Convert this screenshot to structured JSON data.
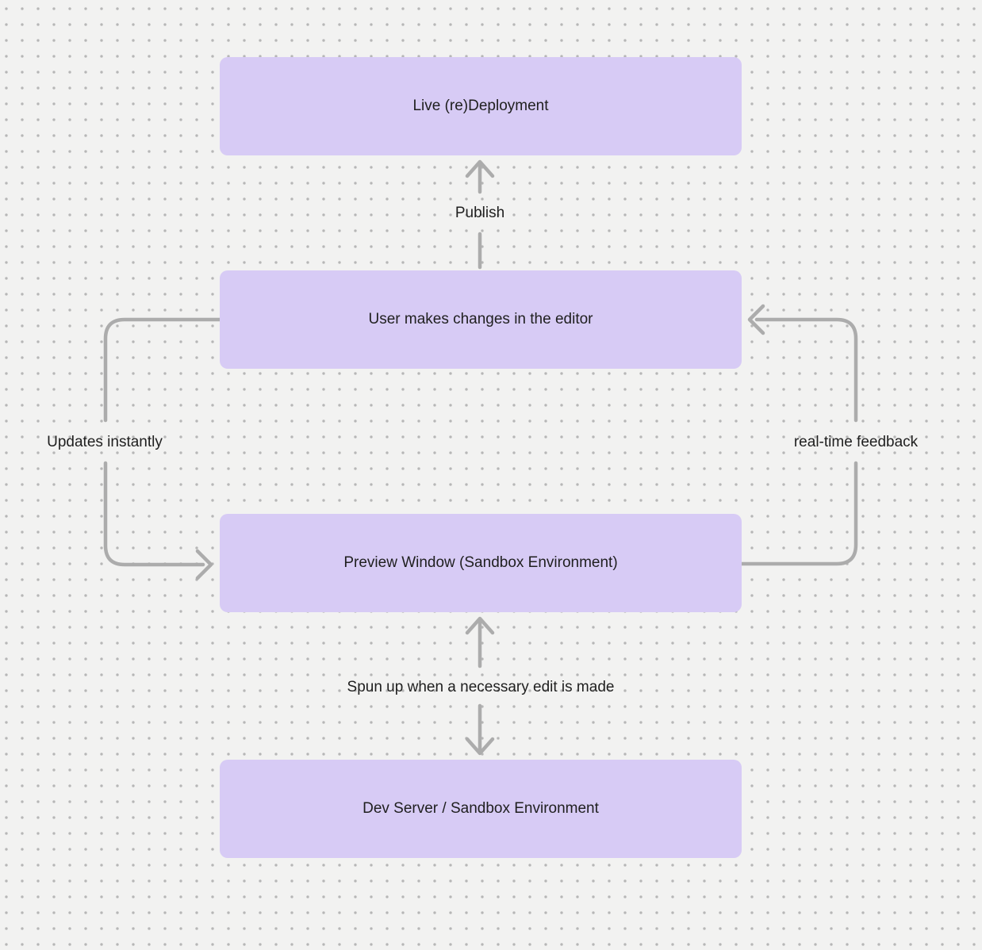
{
  "diagram": {
    "nodes": [
      {
        "id": "live-deployment",
        "label": "Live (re)Deployment"
      },
      {
        "id": "user-editor",
        "label": "User makes changes in the editor"
      },
      {
        "id": "preview-window",
        "label": "Preview Window (Sandbox Environment)"
      },
      {
        "id": "dev-server",
        "label": "Dev Server / Sandbox Environment"
      }
    ],
    "edges": [
      {
        "id": "publish",
        "label": "Publish",
        "from": "user-editor",
        "to": "live-deployment",
        "direction": "up"
      },
      {
        "id": "updates-instantly",
        "label": "Updates instantly",
        "from": "user-editor",
        "to": "preview-window",
        "direction": "left-loop"
      },
      {
        "id": "real-time-feedback",
        "label": "real-time feedback",
        "from": "preview-window",
        "to": "user-editor",
        "direction": "right-loop"
      },
      {
        "id": "spun-up",
        "label": "Spun up when a necessary edit is made",
        "from": "preview-window",
        "to": "dev-server",
        "direction": "both"
      }
    ],
    "colors": {
      "background": "#f2f2f1",
      "dot_grid": "#b6b6b6",
      "node_fill": "#d7cbf5",
      "arrow": "#acacac",
      "text": "#1f1f1f"
    }
  }
}
